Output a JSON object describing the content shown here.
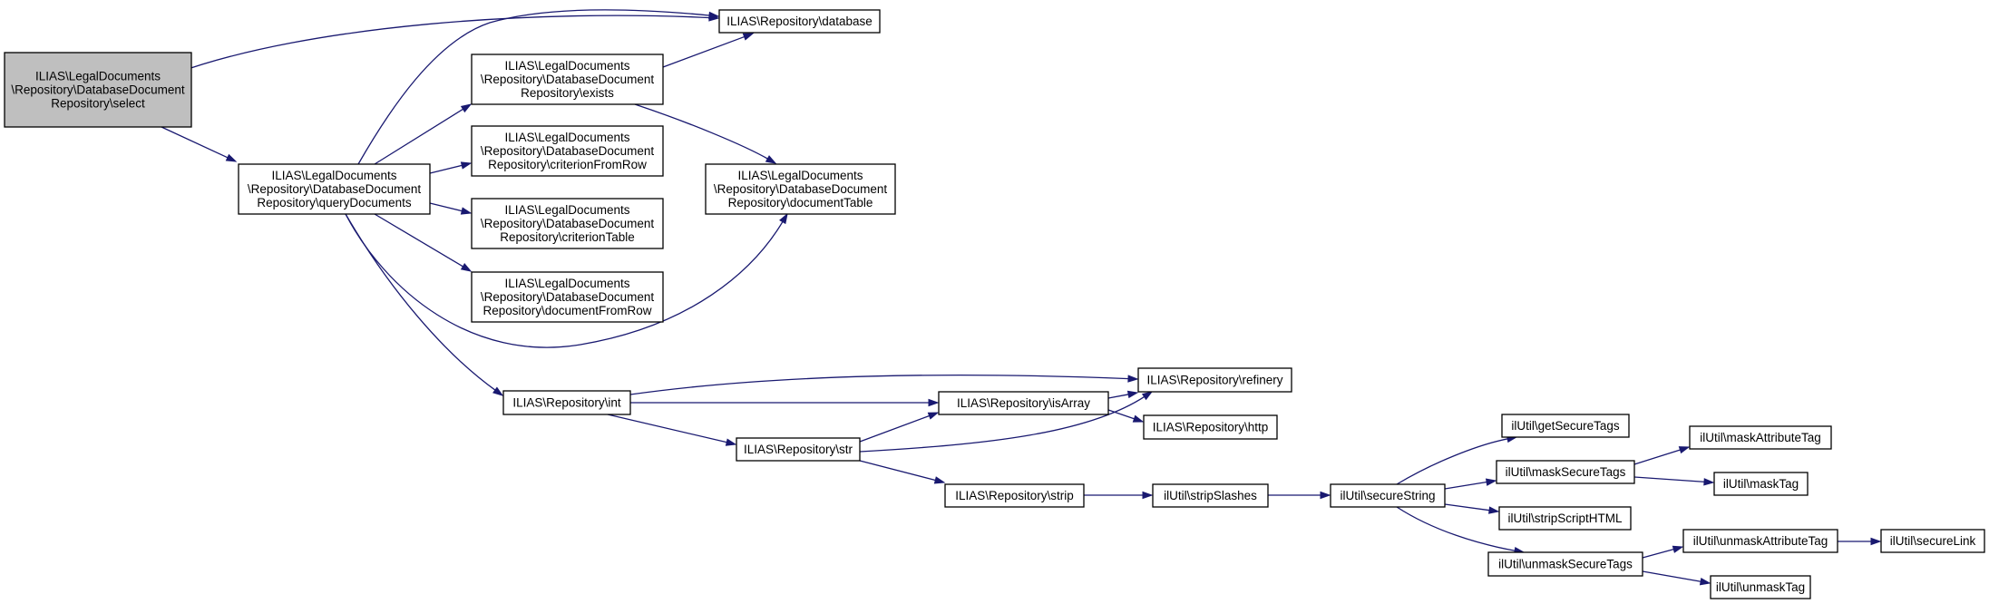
{
  "colors": {
    "edge": "#191970",
    "root_fill": "#bfbfbf",
    "node_fill": "#ffffff",
    "border": "#000000"
  },
  "nodes": [
    {
      "id": "select",
      "lines": [
        "ILIAS\\LegalDocuments",
        "\\Repository\\DatabaseDocument",
        "Repository\\select"
      ],
      "root": true
    },
    {
      "id": "queryDocuments",
      "lines": [
        "ILIAS\\LegalDocuments",
        "\\Repository\\DatabaseDocument",
        "Repository\\queryDocuments"
      ]
    },
    {
      "id": "database",
      "lines": [
        "ILIAS\\Repository\\database"
      ]
    },
    {
      "id": "exists",
      "lines": [
        "ILIAS\\LegalDocuments",
        "\\Repository\\DatabaseDocument",
        "Repository\\exists"
      ]
    },
    {
      "id": "criterionFromRow",
      "lines": [
        "ILIAS\\LegalDocuments",
        "\\Repository\\DatabaseDocument",
        "Repository\\criterionFromRow"
      ]
    },
    {
      "id": "criterionTable",
      "lines": [
        "ILIAS\\LegalDocuments",
        "\\Repository\\DatabaseDocument",
        "Repository\\criterionTable"
      ]
    },
    {
      "id": "documentFromRow",
      "lines": [
        "ILIAS\\LegalDocuments",
        "\\Repository\\DatabaseDocument",
        "Repository\\documentFromRow"
      ]
    },
    {
      "id": "documentTable",
      "lines": [
        "ILIAS\\LegalDocuments",
        "\\Repository\\DatabaseDocument",
        "Repository\\documentTable"
      ]
    },
    {
      "id": "int",
      "lines": [
        "ILIAS\\Repository\\int"
      ]
    },
    {
      "id": "refinery",
      "lines": [
        "ILIAS\\Repository\\refinery"
      ]
    },
    {
      "id": "isArray",
      "lines": [
        "ILIAS\\Repository\\isArray"
      ]
    },
    {
      "id": "http",
      "lines": [
        "ILIAS\\Repository\\http"
      ]
    },
    {
      "id": "str",
      "lines": [
        "ILIAS\\Repository\\str"
      ]
    },
    {
      "id": "strip",
      "lines": [
        "ILIAS\\Repository\\strip"
      ]
    },
    {
      "id": "stripSlashes",
      "lines": [
        "ilUtil\\stripSlashes"
      ]
    },
    {
      "id": "secureString",
      "lines": [
        "ilUtil\\secureString"
      ]
    },
    {
      "id": "getSecureTags",
      "lines": [
        "ilUtil\\getSecureTags"
      ]
    },
    {
      "id": "maskSecureTags",
      "lines": [
        "ilUtil\\maskSecureTags"
      ]
    },
    {
      "id": "stripScriptHTML",
      "lines": [
        "ilUtil\\stripScriptHTML"
      ]
    },
    {
      "id": "unmaskSecureTags",
      "lines": [
        "ilUtil\\unmaskSecureTags"
      ]
    },
    {
      "id": "maskAttributeTag",
      "lines": [
        "ilUtil\\maskAttributeTag"
      ]
    },
    {
      "id": "maskTag",
      "lines": [
        "ilUtil\\maskTag"
      ]
    },
    {
      "id": "unmaskAttributeTag",
      "lines": [
        "ilUtil\\unmaskAttributeTag"
      ]
    },
    {
      "id": "unmaskTag",
      "lines": [
        "ilUtil\\unmaskTag"
      ]
    },
    {
      "id": "secureLink",
      "lines": [
        "ilUtil\\secureLink"
      ]
    }
  ],
  "edges": [
    {
      "from": "select",
      "to": "database"
    },
    {
      "from": "select",
      "to": "queryDocuments"
    },
    {
      "from": "queryDocuments",
      "to": "database"
    },
    {
      "from": "queryDocuments",
      "to": "exists"
    },
    {
      "from": "queryDocuments",
      "to": "criterionFromRow"
    },
    {
      "from": "queryDocuments",
      "to": "criterionTable"
    },
    {
      "from": "queryDocuments",
      "to": "documentFromRow"
    },
    {
      "from": "queryDocuments",
      "to": "documentTable"
    },
    {
      "from": "queryDocuments",
      "to": "int"
    },
    {
      "from": "exists",
      "to": "database"
    },
    {
      "from": "exists",
      "to": "documentTable"
    },
    {
      "from": "int",
      "to": "refinery"
    },
    {
      "from": "int",
      "to": "isArray"
    },
    {
      "from": "int",
      "to": "str"
    },
    {
      "from": "isArray",
      "to": "refinery"
    },
    {
      "from": "isArray",
      "to": "http"
    },
    {
      "from": "str",
      "to": "isArray"
    },
    {
      "from": "str",
      "to": "refinery"
    },
    {
      "from": "str",
      "to": "strip"
    },
    {
      "from": "strip",
      "to": "stripSlashes"
    },
    {
      "from": "stripSlashes",
      "to": "secureString"
    },
    {
      "from": "secureString",
      "to": "getSecureTags"
    },
    {
      "from": "secureString",
      "to": "maskSecureTags"
    },
    {
      "from": "secureString",
      "to": "stripScriptHTML"
    },
    {
      "from": "secureString",
      "to": "unmaskSecureTags"
    },
    {
      "from": "maskSecureTags",
      "to": "maskAttributeTag"
    },
    {
      "from": "maskSecureTags",
      "to": "maskTag"
    },
    {
      "from": "unmaskSecureTags",
      "to": "unmaskAttributeTag"
    },
    {
      "from": "unmaskSecureTags",
      "to": "unmaskTag"
    },
    {
      "from": "unmaskAttributeTag",
      "to": "secureLink"
    }
  ]
}
